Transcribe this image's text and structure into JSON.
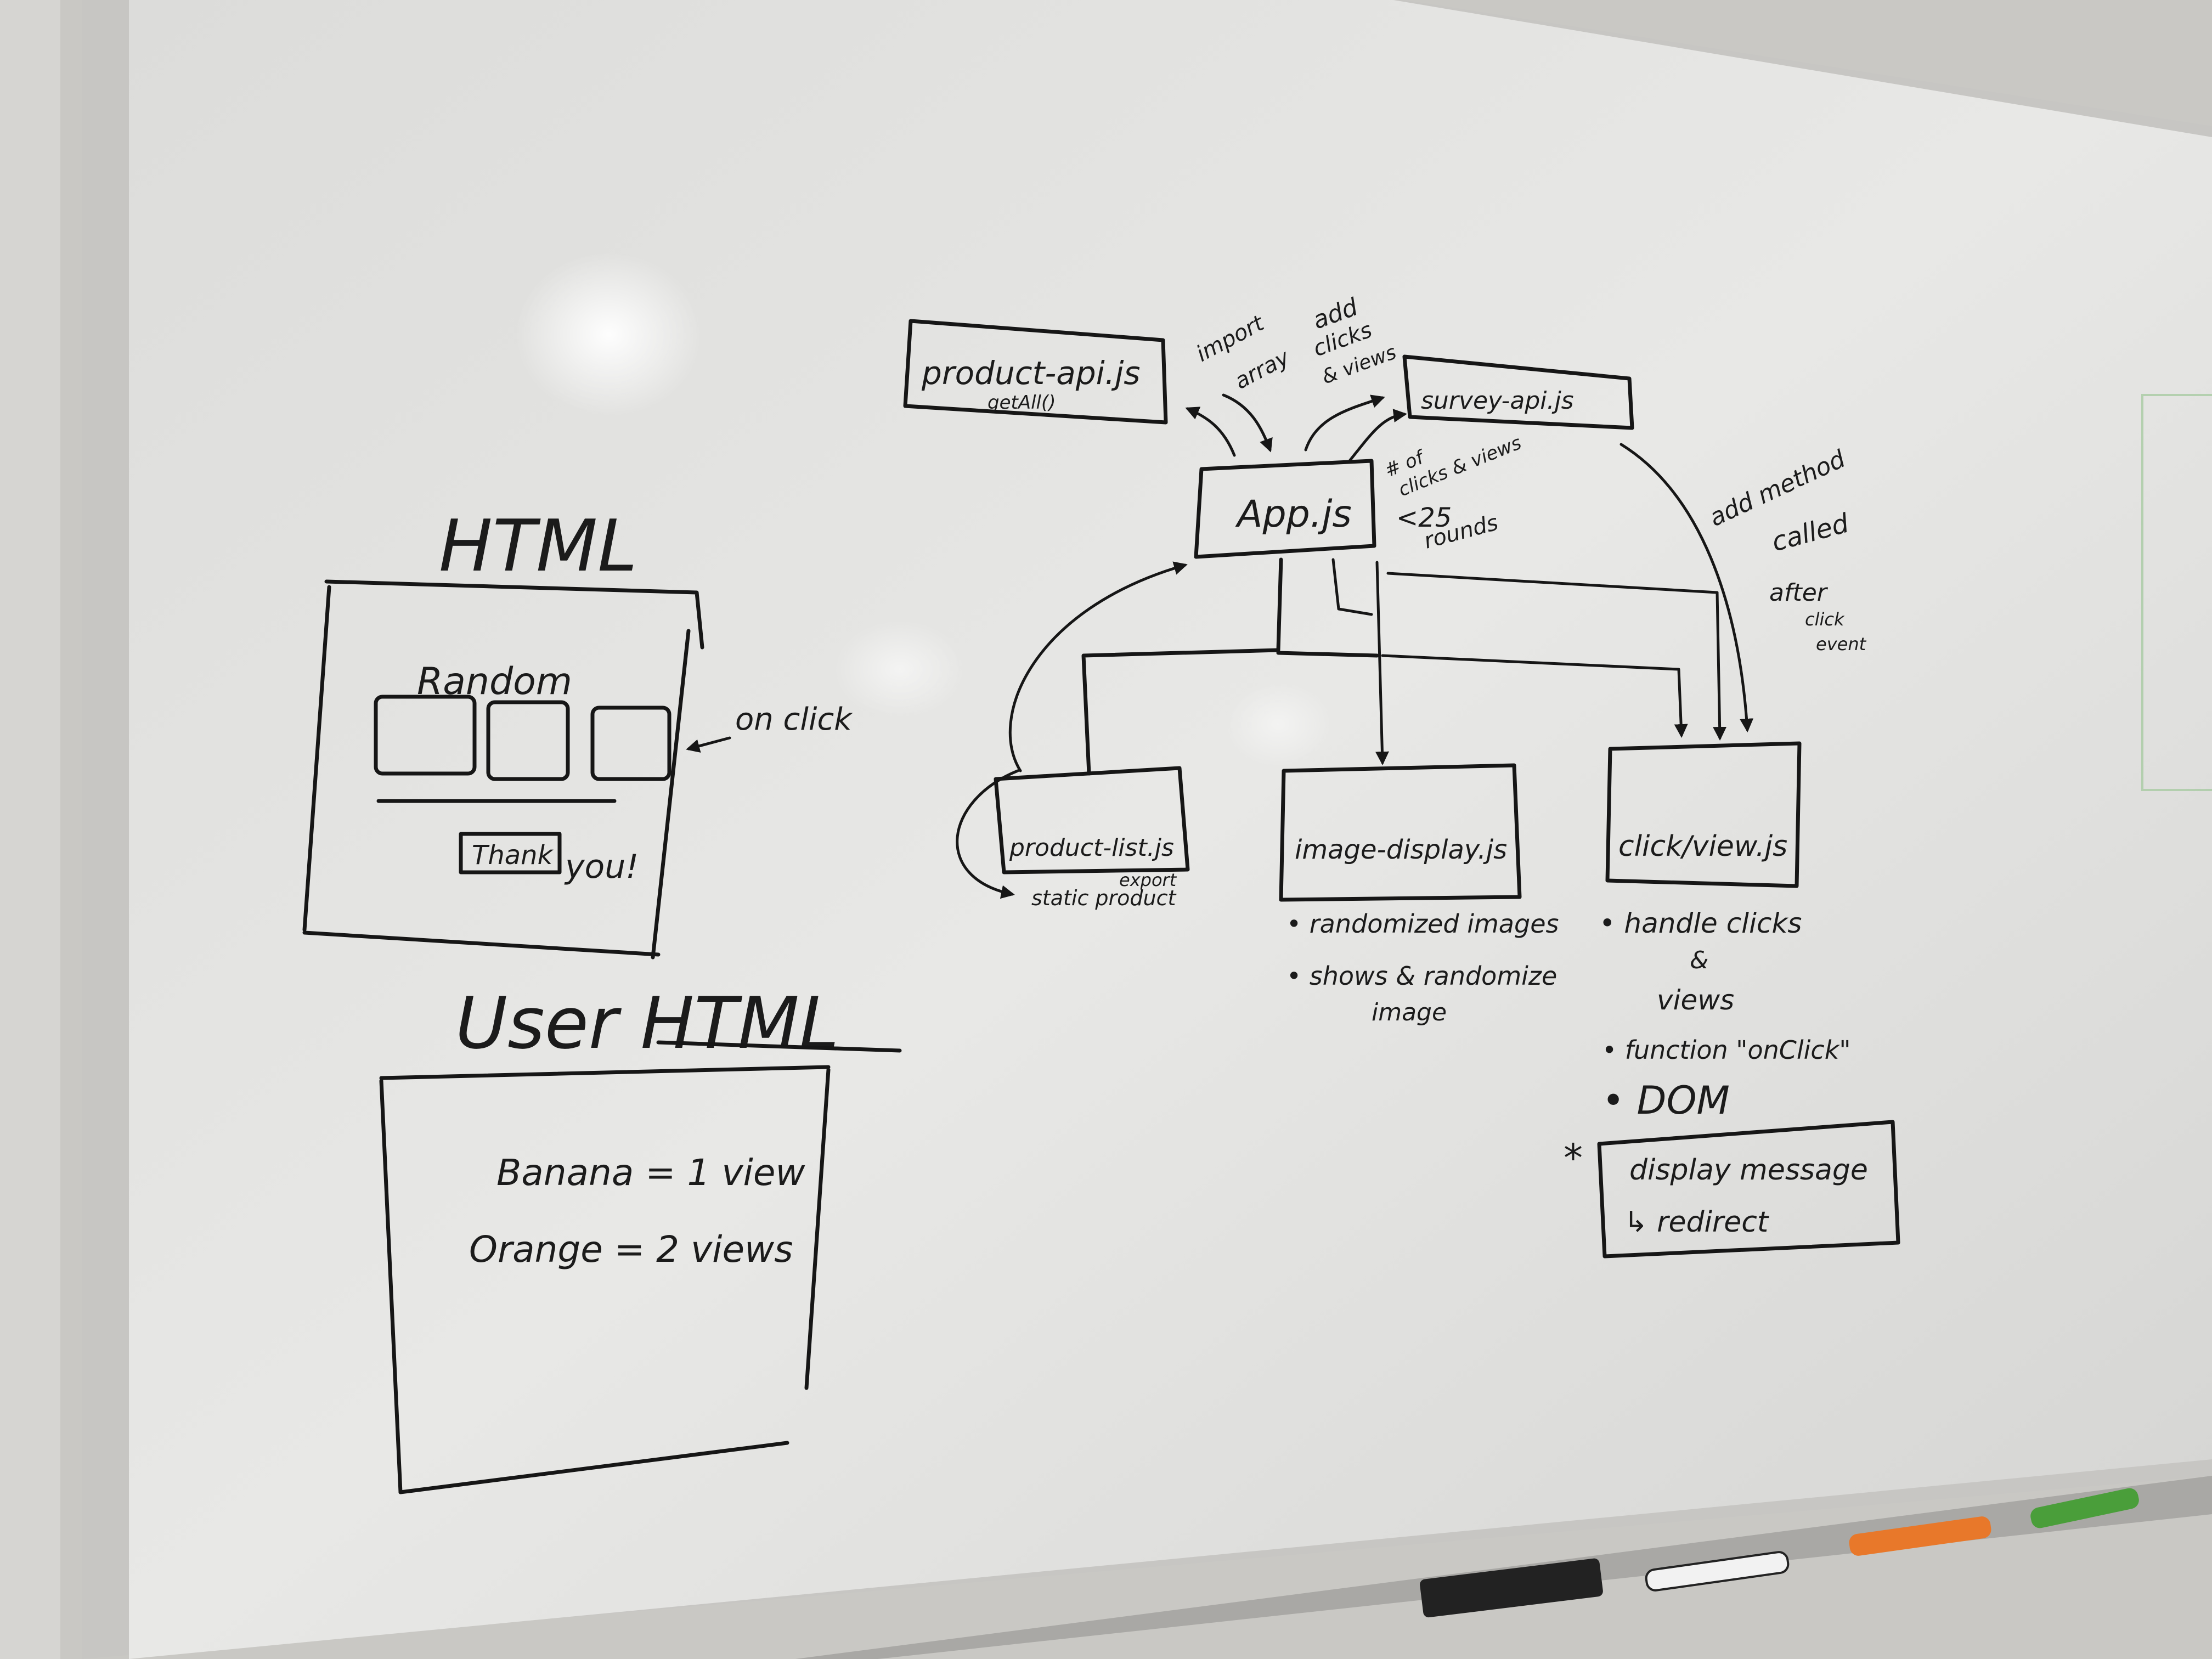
{
  "whiteboard": {
    "wireframe_1": {
      "title": "HTML",
      "heading": "Random",
      "annotation": "on click",
      "button": "Thank",
      "button_tail": "you!"
    },
    "wireframe_2": {
      "title": "User HTML",
      "line_1": "Banana = 1 view",
      "line_2": "Orange = 2 views"
    },
    "diagram": {
      "product_api": {
        "name": "product-api.js",
        "method": "getAll()"
      },
      "import_note": [
        "import",
        "array"
      ],
      "add_note": [
        "add",
        "clicks",
        "& views"
      ],
      "survey_api": "survey-api.js",
      "app": "App.js",
      "app_notes": [
        "# of",
        "clicks & views",
        "<25",
        "rounds"
      ],
      "method_note": [
        "add method",
        "called",
        "after",
        "click",
        "event"
      ],
      "product_list": {
        "name": "product-list.js",
        "notes": [
          "export",
          "static product"
        ]
      },
      "image_display": {
        "name": "image-display.js",
        "bullets": [
          "• randomized images",
          "• shows & randomize",
          "image"
        ]
      },
      "click_view": {
        "name": "click/view.js",
        "bullets": [
          "• handle clicks",
          "&",
          "views",
          "• function \"onClick\"",
          "• DOM"
        ]
      },
      "star": "*",
      "message_box": [
        "display message",
        "↳ redirect"
      ]
    }
  },
  "colors": {
    "board": "#e7e7e4",
    "frame": "#c8c8c6",
    "ink": "#161616",
    "marker_orange": "#e8782a",
    "marker_green": "#4a9e3a"
  }
}
